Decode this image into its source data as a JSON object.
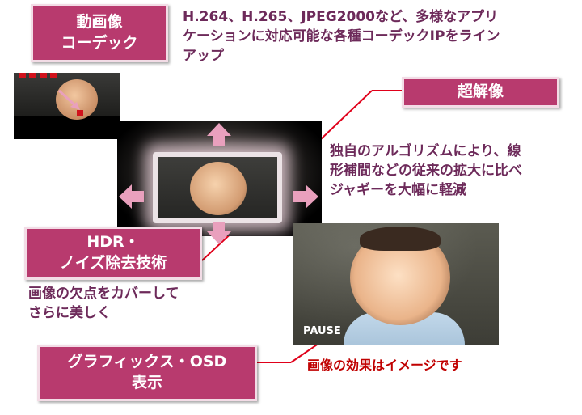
{
  "labels": {
    "codec": {
      "line1": "動画像",
      "line2": "コーデック"
    },
    "super_resolution": {
      "line1": "超解像"
    },
    "hdr": {
      "line1": "HDR・",
      "line2": "ノイズ除去技術"
    },
    "graphics": {
      "line1": "グラフィックス・OSD",
      "line2": "表示"
    }
  },
  "descriptions": {
    "codec": {
      "line1": "H.264、H.265、JPEG2000など、多様なアプリ",
      "line2": "ケーションに対応可能な各種コーデックIPをライン",
      "line3": "アップ"
    },
    "super_resolution": {
      "line1": "独自のアルゴリズムにより、線",
      "line2": "形補間などの従来の拡大に比べ",
      "line3": "ジャギーを大幅に軽減"
    },
    "hdr": {
      "line1": "画像の欠点をカバーして",
      "line2": "さらに美しく"
    }
  },
  "osd_text": "PAUSE",
  "footnote": "画像の効果はイメージです",
  "colors": {
    "label_bg": "#b83a6e",
    "desc_text": "#6d2a5a",
    "footnote_text": "#c00000",
    "leader_line": "#e0001a",
    "arrow": "#e9a0bd"
  }
}
